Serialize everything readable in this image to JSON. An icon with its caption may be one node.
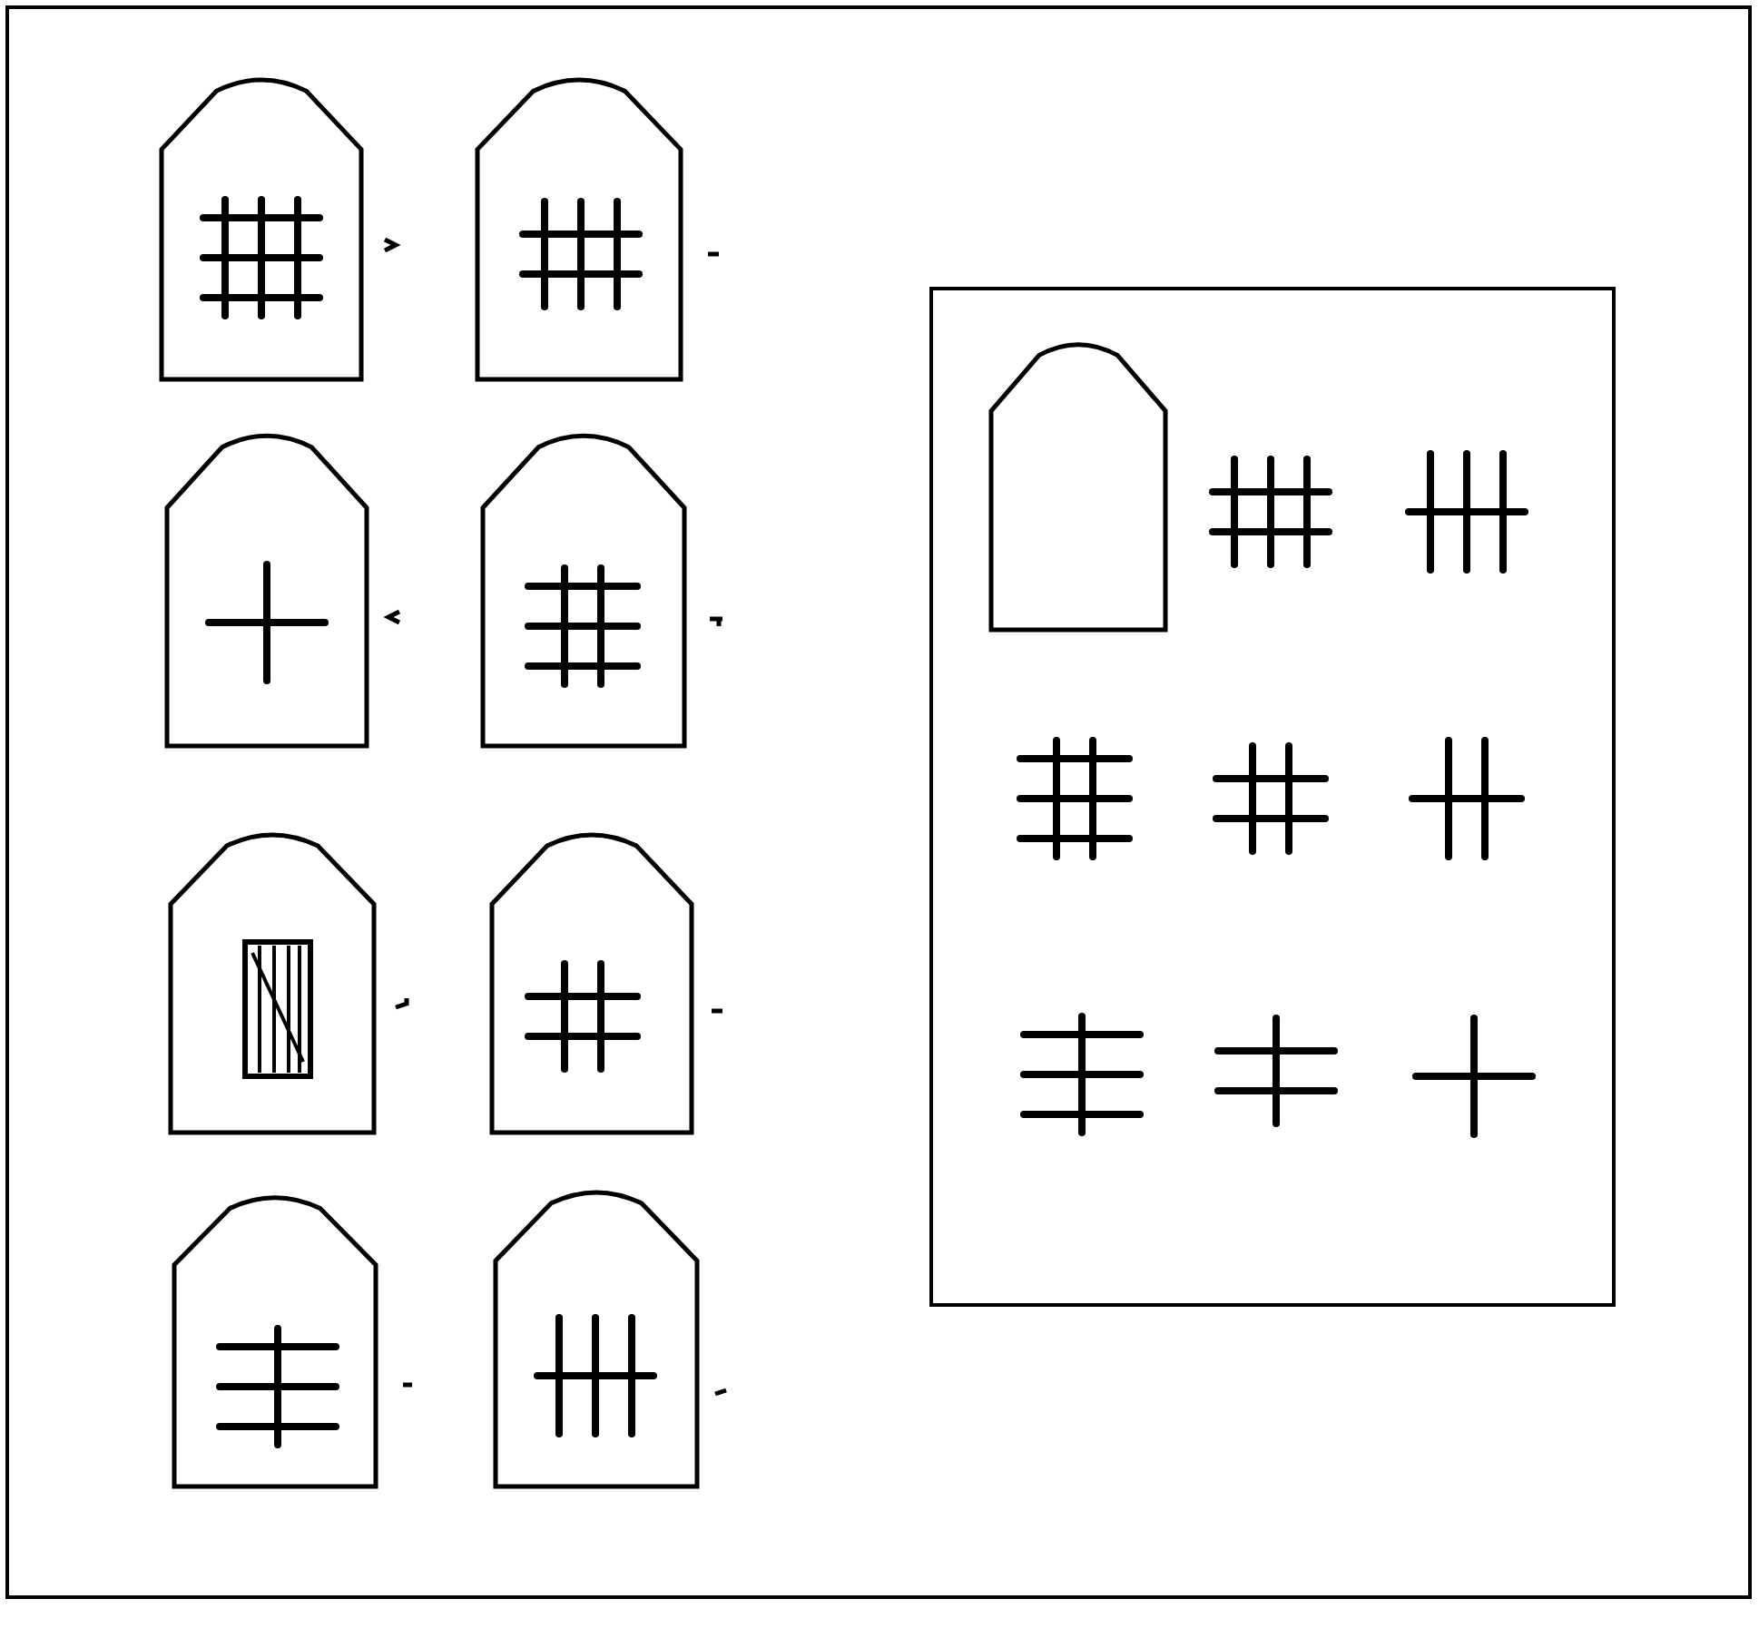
{
  "diagram": {
    "nodes": [
      {
        "text": [],
        "shape": "window"
      },
      {
        "text": [],
        "shape": "window"
      },
      {
        "text": [],
        "shape": "window"
      },
      {
        "text": [],
        "shape": "window"
      },
      {
        "text": [],
        "shape": "window"
      },
      {
        "text": [],
        "shape": "window"
      },
      {
        "text": [],
        "shape": "window"
      },
      {
        "text": [],
        "shape": "window"
      },
      {
        "text": [],
        "shape": "box"
      },
      {
        "text": [],
        "shape": "window",
        "in": 8
      }
    ]
  }
}
